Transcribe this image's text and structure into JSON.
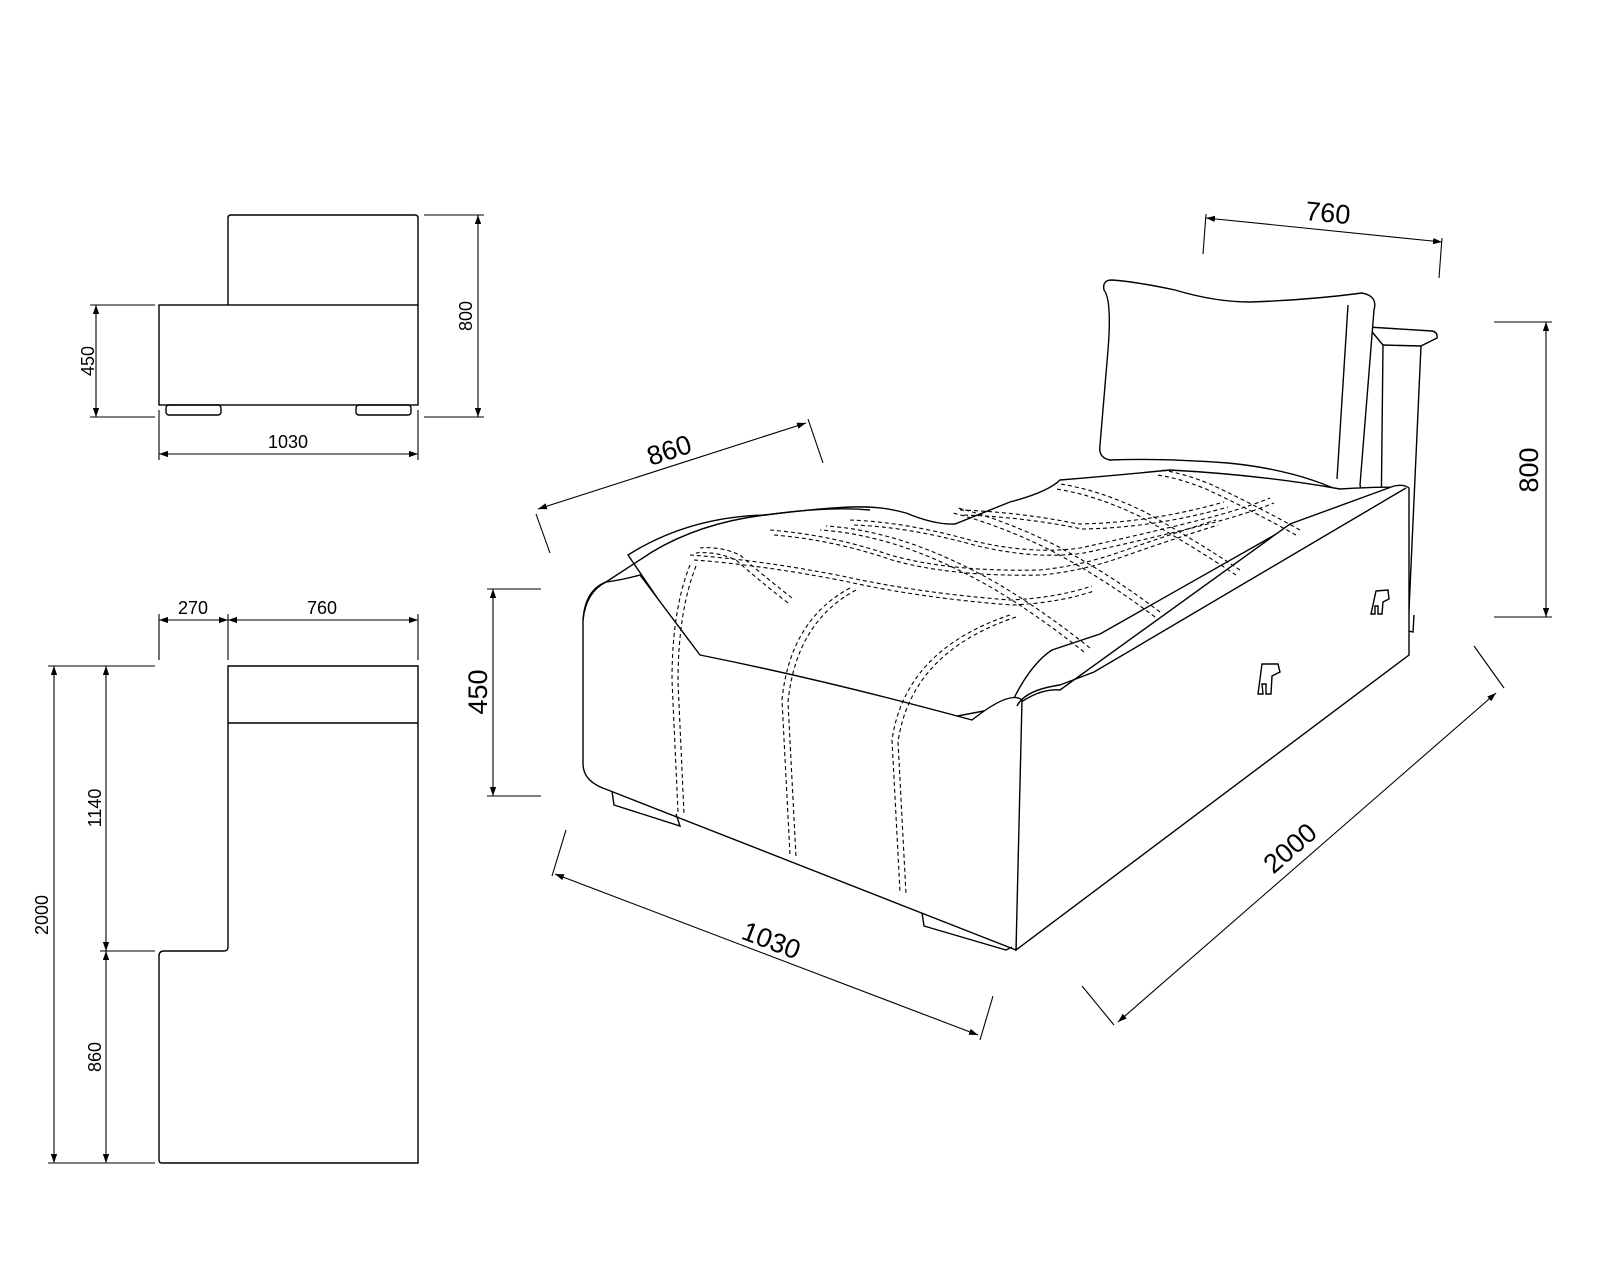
{
  "side_view": {
    "height_seat": "450",
    "height_total": "800",
    "width": "1030"
  },
  "plan_view": {
    "width_arm": "270",
    "width_back": "760",
    "length_back": "1140",
    "length_total": "2000",
    "length_chaise": "860"
  },
  "iso_view": {
    "back_width": "760",
    "chaise_depth": "860",
    "seat_height": "450",
    "total_height": "800",
    "width": "1030",
    "length": "2000"
  }
}
